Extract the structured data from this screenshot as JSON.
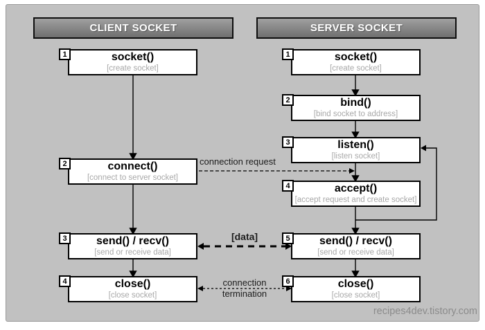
{
  "client": {
    "header": "CLIENT SOCKET",
    "steps": [
      {
        "num": "1",
        "title": "socket()",
        "subtitle": "[create socket]"
      },
      {
        "num": "2",
        "title": "connect()",
        "subtitle": "[connect to server socket]"
      },
      {
        "num": "3",
        "title": "send() / recv()",
        "subtitle": "[send or receive data]"
      },
      {
        "num": "4",
        "title": "close()",
        "subtitle": "[close socket]"
      }
    ]
  },
  "server": {
    "header": "SERVER SOCKET",
    "steps": [
      {
        "num": "1",
        "title": "socket()",
        "subtitle": "[create socket]"
      },
      {
        "num": "2",
        "title": "bind()",
        "subtitle": "[bind socket to address]"
      },
      {
        "num": "3",
        "title": "listen()",
        "subtitle": "[listen socket]"
      },
      {
        "num": "4",
        "title": "accept()",
        "subtitle": "[accept request and create socket]"
      },
      {
        "num": "5",
        "title": "send() / recv()",
        "subtitle": "[send or receive data]"
      },
      {
        "num": "6",
        "title": "close()",
        "subtitle": "[close socket]"
      }
    ]
  },
  "connections": {
    "request_label": "connection request",
    "data_label": "[data]",
    "termination_label_line1": "connection",
    "termination_label_line2": "termination"
  },
  "watermark": "recipes4dev.tistory.com",
  "colors": {
    "canvas_bg": "#c1c1c1",
    "header_gradient_top": "#a0a0a0",
    "header_gradient_bottom": "#6f6f6f",
    "box_bg": "#ffffff",
    "box_border": "#000000",
    "subtitle_text": "#a8a8a8",
    "watermark_text": "#8b8b8b"
  }
}
